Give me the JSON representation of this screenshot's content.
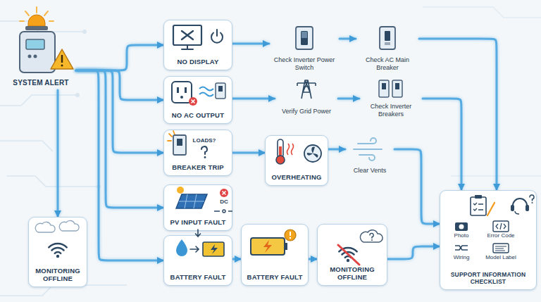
{
  "diagram": {
    "nodes": [
      {
        "text": [
          "SYSTEM ALERT"
        ]
      },
      {
        "text": [
          "NO DISPLAY"
        ]
      },
      {
        "text": [
          "Check Inverter Power Switch"
        ]
      },
      {
        "text": [
          "Check AC Main Breaker"
        ]
      },
      {
        "text": [
          "NO AC OUTPUT"
        ]
      },
      {
        "text": [
          "Verify Grid Power"
        ]
      },
      {
        "text": [
          "Check Inverter Breakers"
        ]
      },
      {
        "text": [
          "BREAKER TRIP"
        ]
      },
      {
        "text": [
          "OVERHEATING"
        ]
      },
      {
        "text": [
          "Clear Vents"
        ]
      },
      {
        "text": [
          "PV INPUT FAULT"
        ]
      },
      {
        "text": [
          "MONITORING OFFLINE"
        ]
      },
      {
        "text": [
          "BATTERY FAULT"
        ]
      },
      {
        "text": [
          "BATTERY FAULT"
        ]
      },
      {
        "text": [
          "MONITORING OFFLINE"
        ]
      },
      {
        "text": [
          "SUPPORT INFORMATION CHECKLIST"
        ]
      }
    ],
    "edges": [
      {
        "from": 0,
        "to": 1,
        "arrow": "to"
      },
      {
        "from": 0,
        "to": 4,
        "arrow": "to"
      },
      {
        "from": 0,
        "to": 7,
        "arrow": "to"
      },
      {
        "from": 0,
        "to": 10,
        "arrow": "to"
      },
      {
        "from": 0,
        "to": 12,
        "arrow": "to"
      },
      {
        "from": 0,
        "to": 11,
        "arrow": "to"
      },
      {
        "from": 1,
        "to": 2,
        "arrow": "to"
      },
      {
        "from": 2,
        "to": 3,
        "arrow": "to"
      },
      {
        "from": 3,
        "to": 15,
        "arrow": "to"
      },
      {
        "from": 4,
        "to": 5,
        "arrow": "to"
      },
      {
        "from": 5,
        "to": 6,
        "arrow": "to"
      },
      {
        "from": 6,
        "to": 15,
        "arrow": "to"
      },
      {
        "from": 7,
        "to": 8,
        "arrow": "to"
      },
      {
        "from": 8,
        "to": 9,
        "arrow": "to"
      },
      {
        "from": 9,
        "to": 15,
        "arrow": "to"
      },
      {
        "from": 12,
        "to": 13,
        "arrow": "to"
      },
      {
        "from": 13,
        "to": 14,
        "arrow": "to"
      },
      {
        "from": 14,
        "to": 15,
        "arrow": "to"
      }
    ],
    "labels": [
      "LOADS?",
      "DC",
      "Photo",
      "Error Code",
      "Wiring",
      "Model Label"
    ]
  }
}
